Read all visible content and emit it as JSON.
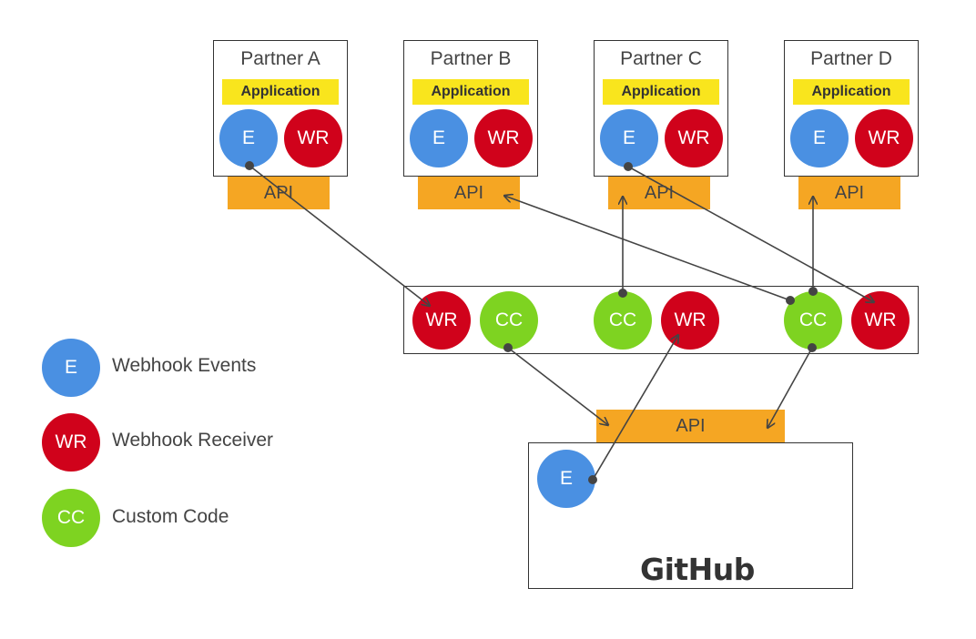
{
  "partners": [
    {
      "title": "Partner A",
      "app": "Application",
      "api": "API",
      "e": "E",
      "wr": "WR"
    },
    {
      "title": "Partner B",
      "app": "Application",
      "api": "API",
      "e": "E",
      "wr": "WR"
    },
    {
      "title": "Partner C",
      "app": "Application",
      "api": "API",
      "e": "E",
      "wr": "WR"
    },
    {
      "title": "Partner D",
      "app": "Application",
      "api": "API",
      "e": "E",
      "wr": "WR"
    }
  ],
  "middle": {
    "nodes": [
      "WR",
      "CC",
      "CC",
      "WR",
      "CC",
      "WR"
    ]
  },
  "github": {
    "api": "API",
    "e": "E",
    "logo": "GitHub"
  },
  "legend": [
    {
      "symbol": "E",
      "label": "Webhook Events"
    },
    {
      "symbol": "WR",
      "label": "Webhook Receiver"
    },
    {
      "symbol": "CC",
      "label": "Custom Code"
    }
  ],
  "colors": {
    "event": "#4a90e2",
    "receiver": "#d0021b",
    "custom_code": "#7ed321",
    "api": "#f5a623",
    "application": "#f9e51d"
  }
}
